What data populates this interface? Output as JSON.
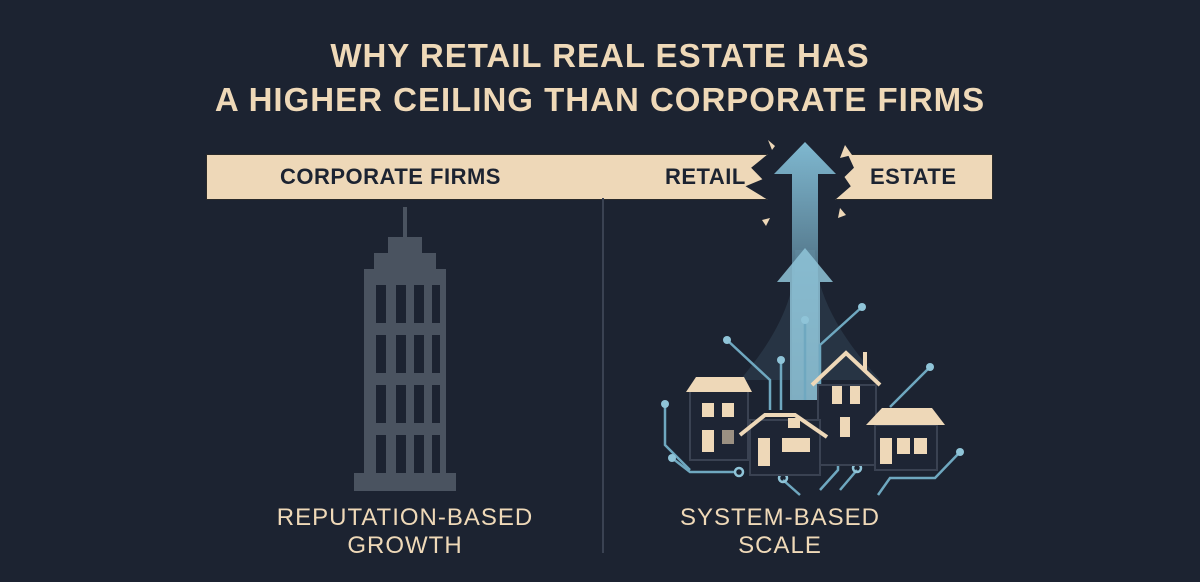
{
  "title": {
    "line1": "WHY RETAIL REAL ESTATE HAS",
    "line2": "A HIGHER CEILING THAN CORPORATE FIRMS"
  },
  "banner": {
    "left_label": "CORPORATE FIRMS",
    "right_label_1": "RETAIL",
    "right_label_2": "ESTATE"
  },
  "left_panel": {
    "icon": "skyscraper-icon",
    "caption_line1": "REPUTATION-BASED",
    "caption_line2": "GROWTH"
  },
  "right_panel": {
    "icon": "houses-network-arrow-icon",
    "caption_line1": "SYSTEM-BASED",
    "caption_line2": "SCALE"
  },
  "colors": {
    "background": "#1c2331",
    "cream": "#eed8b8",
    "building": "#4a5360",
    "accent_blue": "#7fb8d0"
  }
}
